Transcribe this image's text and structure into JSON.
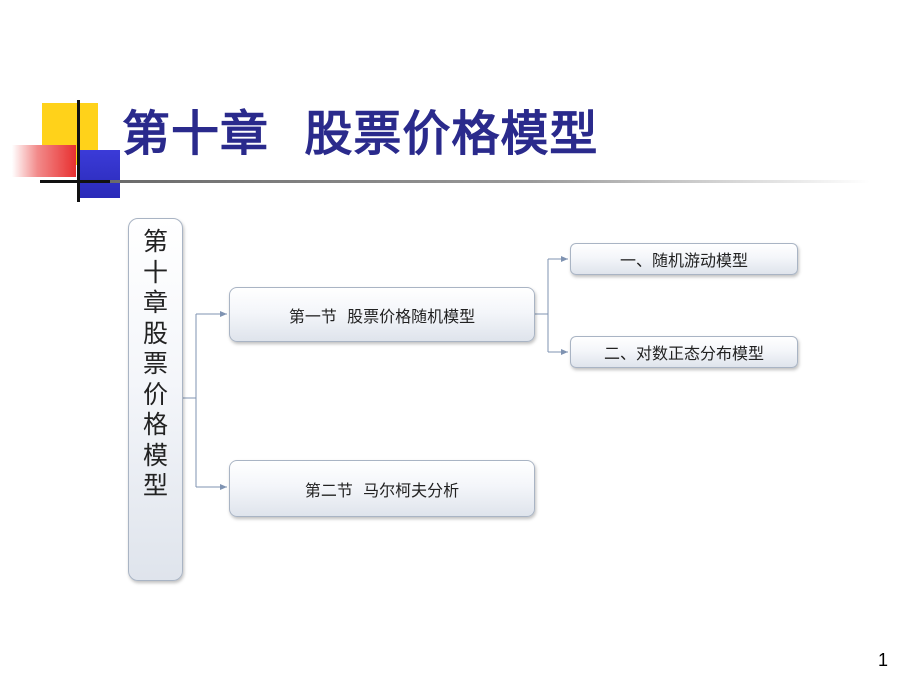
{
  "slide": {
    "title": "第十章  股票价格模型",
    "page_number": "1"
  },
  "diagram": {
    "root": "第十章 股票价格模型",
    "sections": [
      {
        "label": "第一节  股票价格随机模型",
        "children": [
          "一、随机游动模型",
          "二、对数正态分布模型"
        ]
      },
      {
        "label": "第二节  马尔柯夫分析",
        "children": []
      }
    ]
  },
  "colors": {
    "title": "#2a2a8c",
    "node_border": "#a9b4c4",
    "connector": "#7f93b2"
  }
}
